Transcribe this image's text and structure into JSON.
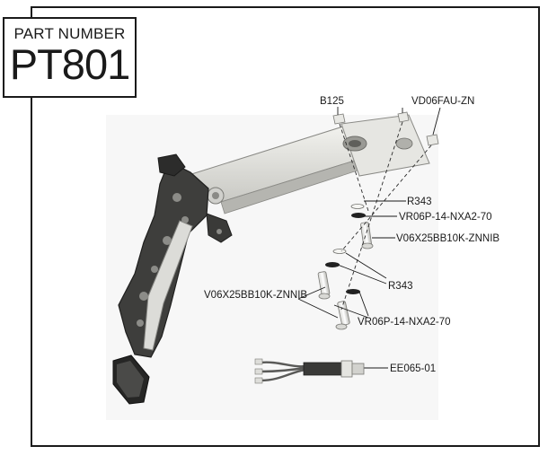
{
  "part_box": {
    "label": "PART NUMBER",
    "number": "PT801"
  },
  "callouts": {
    "b125": "B125",
    "vd06fau": "VD06FAU-ZN",
    "r343_top": "R343",
    "vr06p_top": "VR06P-14-NXA2-70",
    "v06x25_right": "V06X25BB10K-ZNNIB",
    "r343_mid": "R343",
    "v06x25_left": "V06X25BB10K-ZNNIB",
    "vr06p_bottom": "VR06P-14-NXA2-70",
    "ee065": "EE065-01"
  }
}
